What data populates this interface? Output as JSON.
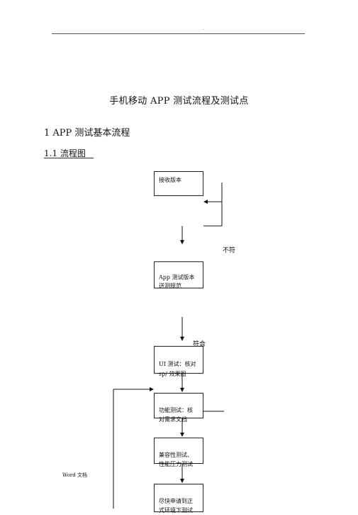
{
  "header": {
    "dot": "."
  },
  "doc": {
    "title": "手机移动   APP 测试流程及测试点",
    "section_1": "1 APP 测试基本流程",
    "section_1_1": "1.1 流程图"
  },
  "flowchart": {
    "boxes": {
      "receive": "接收版本",
      "spec": "App 测试版本\n送测规范",
      "ui": "UI 测试：核对\nsp/ 效果图",
      "functional": "功能测试：核\n对需求文档",
      "compat": "兼容性测试、\n性能压力测试",
      "release": "尽快申请到正\n式环境下测试"
    },
    "labels": {
      "not_match": "不符",
      "match": "符合"
    }
  },
  "footer": {
    "word_doc": "Word 文档"
  }
}
